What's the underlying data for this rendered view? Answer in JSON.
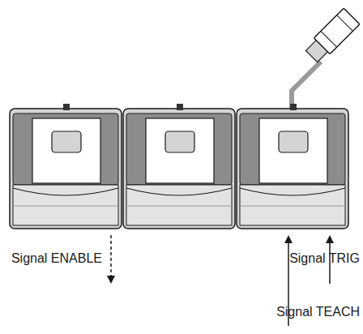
{
  "diagram": {
    "labels": [
      "Signal ENABLE",
      "Signal TRIG",
      "Signal TEACH"
    ]
  }
}
